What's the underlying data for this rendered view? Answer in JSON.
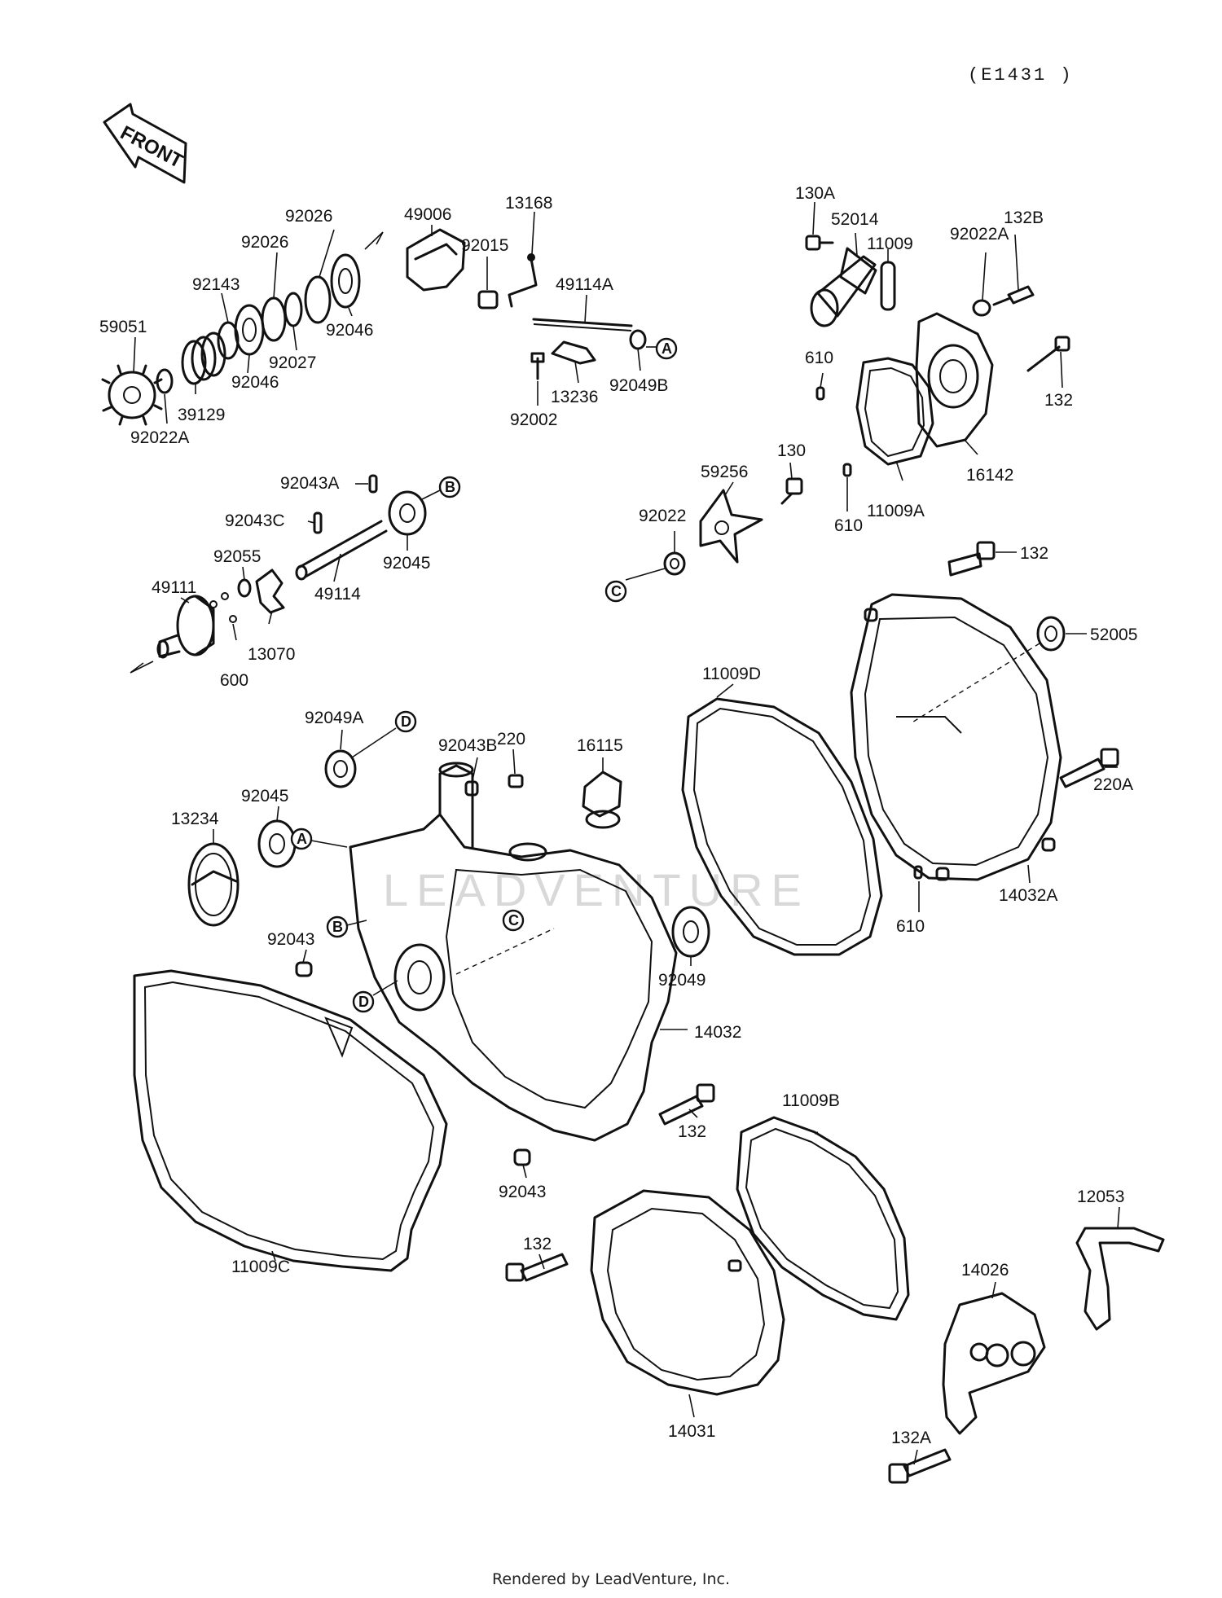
{
  "header": {
    "code": "(E1431 )"
  },
  "front_arrow": {
    "label": "FRONT"
  },
  "watermark": "LEADVENTURE",
  "footer": {
    "text": "Rendered by LeadVenture, Inc."
  },
  "refs": {
    "a": "A",
    "b": "B",
    "c": "C",
    "d": "D"
  },
  "labels": {
    "p59051": "59051",
    "p92022A_l": "92022A",
    "p39129": "39129",
    "p92143": "92143",
    "p92046_a": "92046",
    "p92026_a": "92026",
    "p92026_b": "92026",
    "p92027": "92027",
    "p92046_b": "92046",
    "p49006": "49006",
    "p92015": "92015",
    "p13168": "13168",
    "p49114A": "49114A",
    "p92002": "92002",
    "p13236": "13236",
    "p92049B": "92049B",
    "p130A": "130A",
    "p52014": "52014",
    "p11009": "11009",
    "p92022A_r": "92022A",
    "p132B": "132B",
    "p610_a": "610",
    "p132_a": "132",
    "p16142": "16142",
    "p11009A": "11009A",
    "p130": "130",
    "p610_b": "610",
    "p59256": "59256",
    "p92022": "92022",
    "p92043A": "92043A",
    "p92043C": "92043C",
    "p92045_a": "92045",
    "p92055": "92055",
    "p49111": "49111",
    "p49114": "49114",
    "p13070": "13070",
    "p600": "600",
    "p132_b": "132",
    "p52005": "52005",
    "p11009D": "11009D",
    "p220A": "220A",
    "p14032A": "14032A",
    "p610_c": "610",
    "p92049A": "92049A",
    "p220": "220",
    "p92043B": "92043B",
    "p16115": "16115",
    "p92045_b": "92045",
    "p13234": "13234",
    "p92043_a": "92043",
    "p92049": "92049",
    "p14032": "14032",
    "p132_c": "132",
    "p92043_b": "92043",
    "p11009C": "11009C",
    "p11009B": "11009B",
    "p132_d": "132",
    "p14031": "14031",
    "p12053": "12053",
    "p14026": "14026",
    "p132A": "132A"
  }
}
